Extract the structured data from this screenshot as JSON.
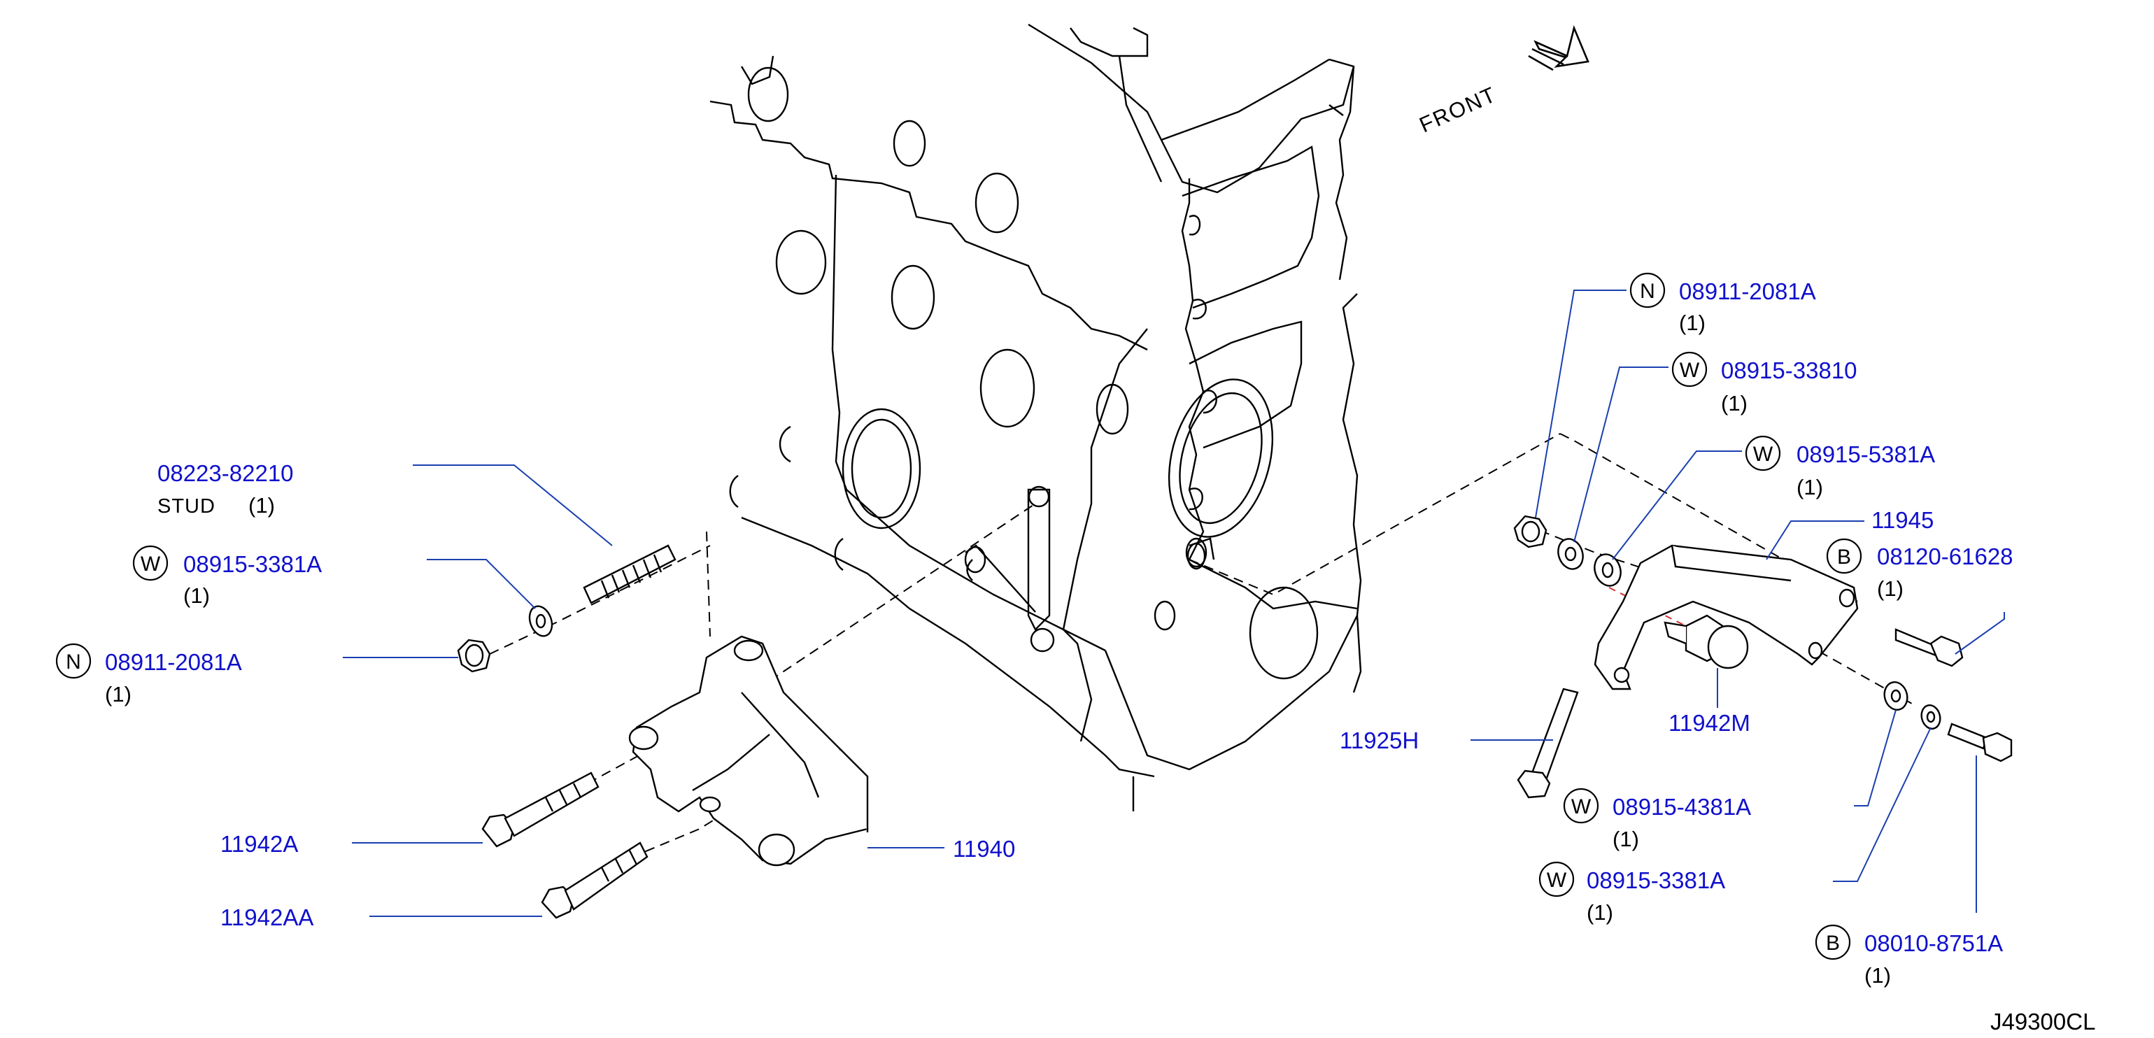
{
  "front_label": "FRONT",
  "diagram_code": "J49300CL",
  "parts": {
    "stud": {
      "number": "08223-82210",
      "name": "STUD",
      "qty": "(1)"
    },
    "washer_left": {
      "badge": "W",
      "number": "08915-3381A",
      "qty": "(1)"
    },
    "nut_left": {
      "badge": "N",
      "number": "08911-2081A",
      "qty": "(1)"
    },
    "bolt_11942a": {
      "number": "11942A"
    },
    "bolt_11942aa": {
      "number": "11942AA"
    },
    "bracket_11940": {
      "number": "11940"
    },
    "nut_right": {
      "badge": "N",
      "number": "08911-2081A",
      "qty": "(1)"
    },
    "washer_33810": {
      "badge": "W",
      "number": "08915-33810",
      "qty": "(1)"
    },
    "washer_5381a": {
      "badge": "W",
      "number": "08915-5381A",
      "qty": "(1)"
    },
    "bracket_11945": {
      "number": "11945"
    },
    "bolt_61628": {
      "badge": "B",
      "number": "08120-61628",
      "qty": "(1)"
    },
    "spacer_11942m": {
      "number": "11942M"
    },
    "bolt_11925h": {
      "number": "11925H"
    },
    "washer_4381a": {
      "badge": "W",
      "number": "08915-4381A",
      "qty": "(1)"
    },
    "washer_3381a_right": {
      "badge": "W",
      "number": "08915-3381A",
      "qty": "(1)"
    },
    "bolt_8751a": {
      "badge": "B",
      "number": "08010-8751A",
      "qty": "(1)"
    }
  }
}
